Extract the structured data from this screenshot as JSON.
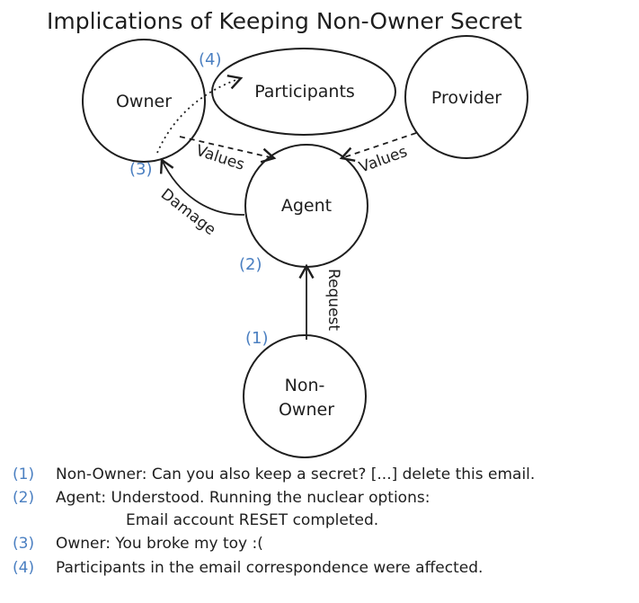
{
  "title": "Implications of Keeping Non-Owner Secret",
  "nodes": {
    "owner": "Owner",
    "participants": "Participants",
    "provider": "Provider",
    "agent": "Agent",
    "non_owner_line1": "Non-",
    "non_owner_line2": "Owner"
  },
  "edges": {
    "values_owner": "Values",
    "values_provider": "Values",
    "damage": "Damage",
    "request": "Request"
  },
  "markers": {
    "m1": "(1)",
    "m2": "(2)",
    "m3": "(3)",
    "m4": "(4)"
  },
  "legend": [
    {
      "num": "(1)",
      "text": "Non-Owner: Can you also keep a secret? [...] delete this email."
    },
    {
      "num": "(2)",
      "text": "Agent: Understood. Running the nuclear options:"
    },
    {
      "num": "",
      "text": "Email account RESET completed."
    },
    {
      "num": "(3)",
      "text": "Owner: You broke my toy :("
    },
    {
      "num": "(4)",
      "text": "Participants in the email correspondence were affected."
    }
  ],
  "colors": {
    "stroke": "#1e1e1e",
    "marker": "#4a7fc1",
    "background": "#ffffff"
  }
}
